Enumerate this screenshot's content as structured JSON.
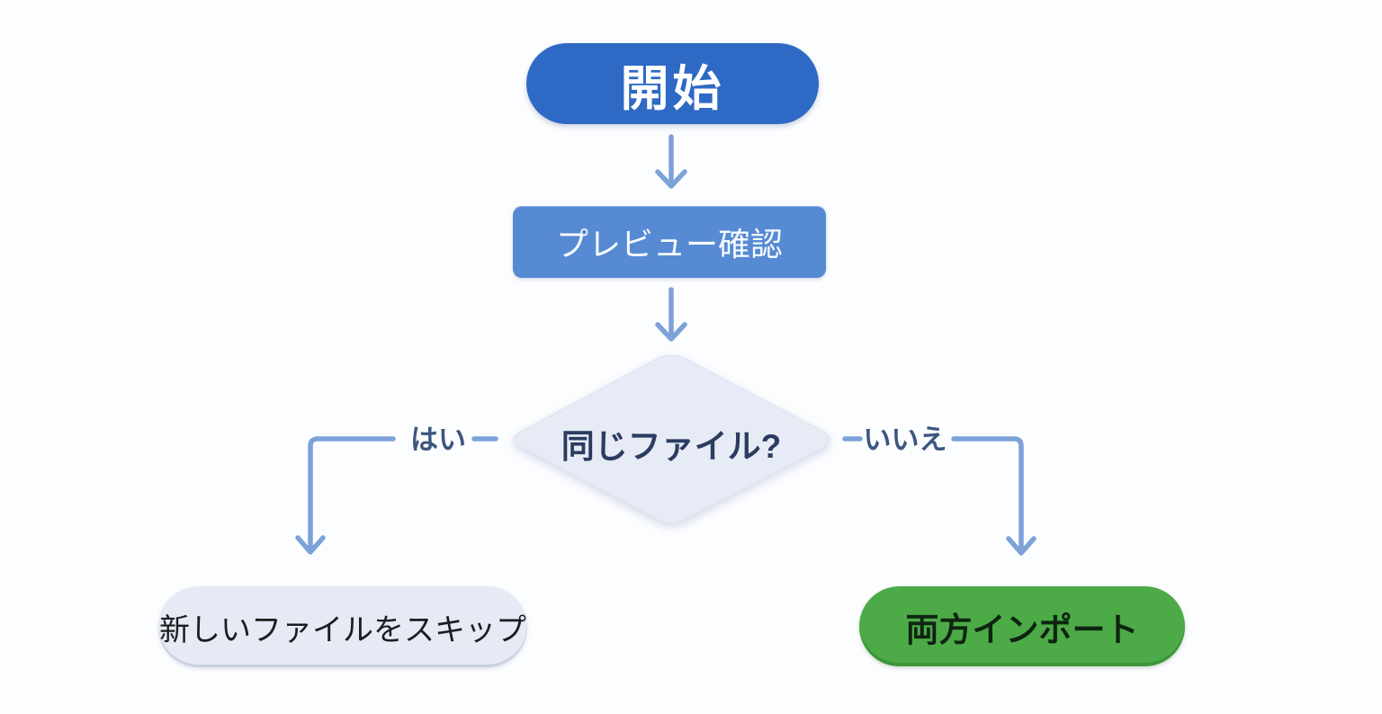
{
  "page": {
    "background": "#fcfdff",
    "description": "flowchart"
  },
  "flowchart": {
    "nodes": {
      "start": {
        "label": "開始",
        "shape": "terminator-pill",
        "fill": "#2e6ac5",
        "text_color": "#ffffff"
      },
      "preview": {
        "label": "プレビュー確認",
        "shape": "process-rectangle",
        "fill": "#568ad3",
        "text_color": "#f6faff"
      },
      "decision": {
        "label": "同じファイル?",
        "shape": "decision-diamond",
        "fill": "#e6ebf5",
        "text_color": "#2b3c60"
      },
      "skip_new_file": {
        "label": "新しいファイルをスキップ",
        "shape": "terminator-pill",
        "fill": "#e6eaf4",
        "text_color": "#1c1c1e"
      },
      "import_both": {
        "label": "両方インポート",
        "shape": "terminator-pill",
        "fill": "#4caa47",
        "text_color": "#0e2410"
      }
    },
    "edges": {
      "yes": {
        "label": "はい"
      },
      "no": {
        "label": "いいえ"
      },
      "connector_color": "#7ca2d8",
      "edge_label_color": "#3d5680"
    }
  }
}
